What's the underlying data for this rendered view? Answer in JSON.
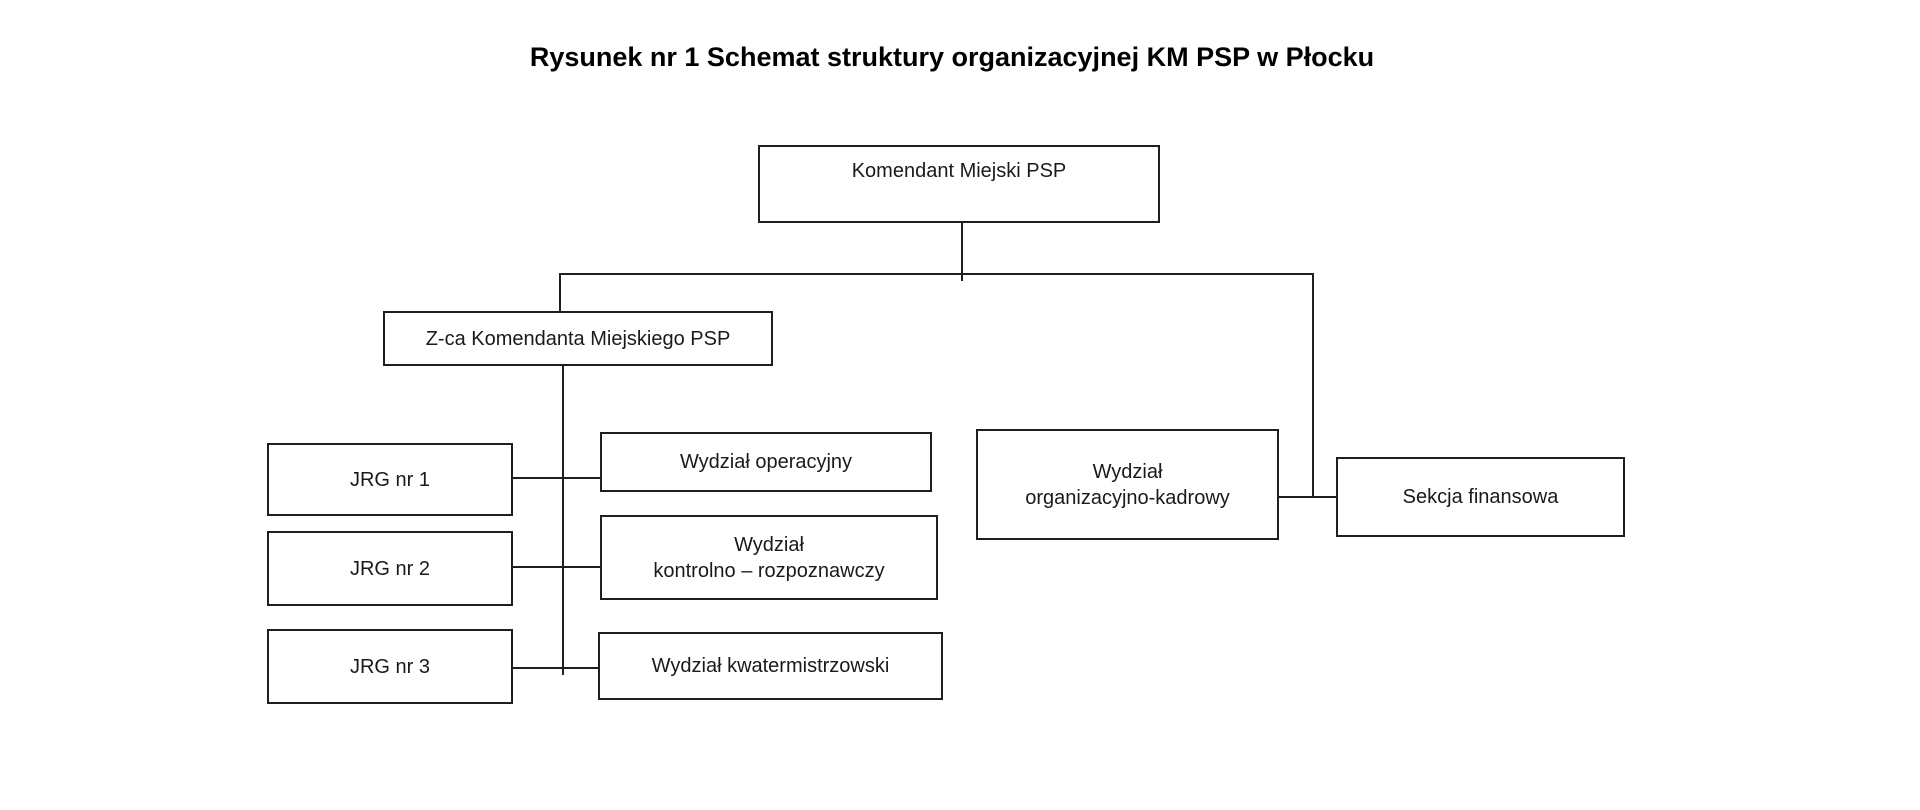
{
  "title": "Rysunek nr 1 Schemat struktury organizacyjnej KM PSP w Płocku",
  "nodes": {
    "komendant": {
      "label": "Komendant Miejski PSP"
    },
    "zca": {
      "label": "Z-ca Komendanta Miejskiego PSP"
    },
    "jrg1": {
      "label": "JRG nr 1"
    },
    "jrg2": {
      "label": "JRG nr 2"
    },
    "jrg3": {
      "label": "JRG nr 3"
    },
    "operacyjny": {
      "label": "Wydział operacyjny"
    },
    "kontrolno": {
      "line1": "Wydział",
      "line2": "kontrolno – rozpoznawczy"
    },
    "kwatermistrzowski": {
      "label": "Wydział kwatermistrzowski"
    },
    "orgkadrowy": {
      "line1": "Wydział",
      "line2": "organizacyjno-kadrowy"
    },
    "finansowa": {
      "label": "Sekcja finansowa"
    }
  },
  "colors": {
    "background": "#ffffff",
    "line": "#1f1f1f",
    "box_border": "#1f1f1f",
    "text": "#1a1a1a",
    "title_text": "#000000"
  }
}
